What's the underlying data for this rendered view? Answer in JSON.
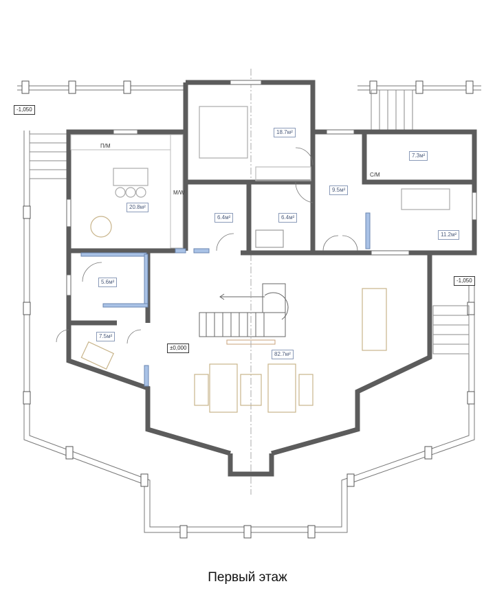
{
  "title": "Первый этаж",
  "levels": {
    "left": "-1,050",
    "right": "-1,050",
    "floor": "±0,000"
  },
  "rooms": {
    "bedroom": "18.7м²",
    "kitchen": "20.8м²",
    "bath_left": "6.4м²",
    "bath_right": "6.4м²",
    "corridor": "9.5м²",
    "laundry": "7.3м²",
    "office": "11.2м²",
    "storage": "5.6м²",
    "entry": "7.5м²",
    "living": "82.7м²"
  },
  "tags": {
    "dishwasher": "П/М",
    "washer": "С/М",
    "microwave": "M/W"
  },
  "colors": {
    "wall": "#5c5c5c",
    "glass": "#a9c2e6",
    "furniture": "#c8b48a"
  }
}
